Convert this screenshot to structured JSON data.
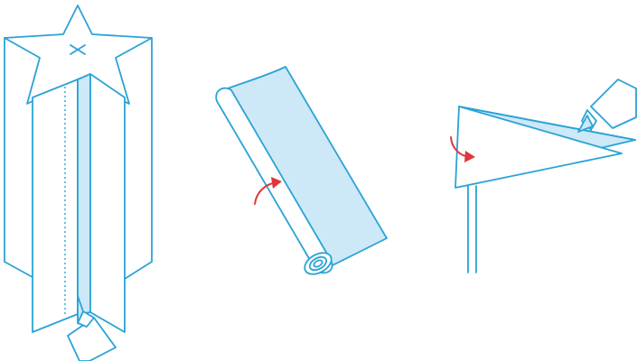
{
  "colors": {
    "line": "#2aa3d6",
    "fill": "#cde8f7",
    "arrow": "#e0363b",
    "background": "#ffffff"
  },
  "panels": [
    {
      "id": "star-box",
      "icons": [
        "star-x-mark-icon",
        "glue-tube-icon"
      ]
    },
    {
      "id": "paper-roll",
      "icons": [
        "curl-arrow-icon"
      ]
    },
    {
      "id": "flag-on-stick",
      "icons": [
        "fold-arrow-icon",
        "glue-tube-icon"
      ]
    }
  ]
}
